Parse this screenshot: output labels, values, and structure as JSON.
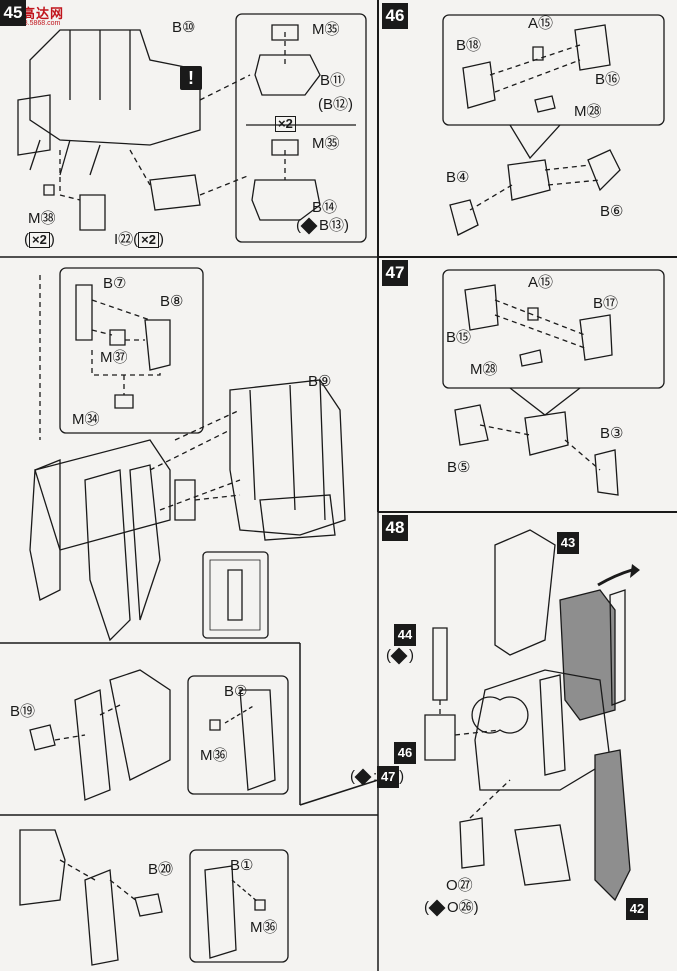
{
  "watermark": {
    "brand": "高达网",
    "url": "988.5868.com"
  },
  "steps": {
    "s45": {
      "number": "45"
    },
    "s46": {
      "number": "46"
    },
    "s47": {
      "number": "47"
    },
    "s48": {
      "number": "48"
    }
  },
  "labels": {
    "b10": "B⑩",
    "m35a": "M㉟",
    "b11": "B⑪",
    "b12": "(B⑫)",
    "x2a": "×2",
    "m35b": "M㉟",
    "b14": "B⑭",
    "b13": "B⑬",
    "m38": "M㊳",
    "x2b": "×2",
    "i22": "I㉒",
    "x2c": "×2",
    "warn": "!",
    "a15a": "A⑮",
    "b18": "B⑱",
    "b16": "B⑯",
    "m28a": "M㉘",
    "b4": "B④",
    "b6": "B⑥",
    "a15b": "A⑮",
    "b17": "B⑰",
    "b15": "B⑮",
    "m28b": "M㉘",
    "b5": "B⑤",
    "b3": "B③",
    "b7": "B⑦",
    "b8": "B⑧",
    "m37": "M㊲",
    "m34": "M㉞",
    "b9": "B⑨",
    "b19": "B⑲",
    "b2": "B②",
    "m36a": "M㊱",
    "b20": "B⑳",
    "b1": "B①",
    "m36b": "M㊱",
    "n43": "43",
    "n44": "44",
    "n46": "46",
    "n47": "47",
    "n42": "42",
    "o27": "O㉗",
    "o26": "O㉖"
  }
}
